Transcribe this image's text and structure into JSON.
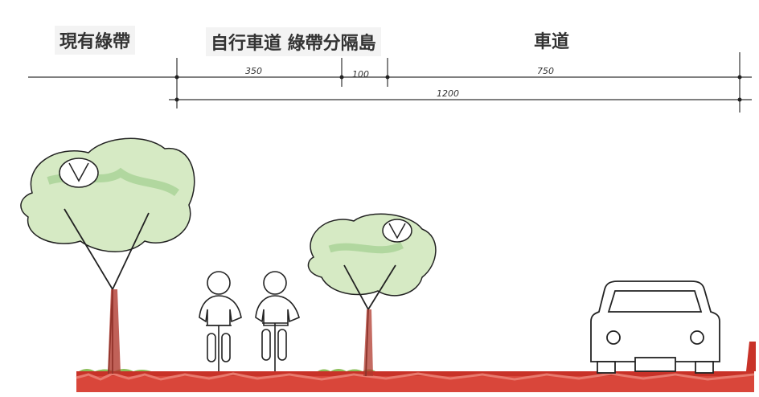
{
  "labels": {
    "existing_greenbelt": "現有綠帶",
    "bike_lane_and_island": "自行車道 綠帶分隔島",
    "roadway": "車道"
  },
  "dimensions": {
    "bike_lane": "350",
    "island": "100",
    "roadway": "750",
    "total": "1200"
  },
  "icons": [
    "tree-icon",
    "cyclist-icon",
    "car-icon"
  ],
  "colors": {
    "foliage": "#cfe5b8",
    "foliage_dark": "#8bc47a",
    "trunk": "#b03a2e",
    "ground": "#c83228",
    "ground_grass": "#8bbf5a",
    "ink": "#333333"
  }
}
